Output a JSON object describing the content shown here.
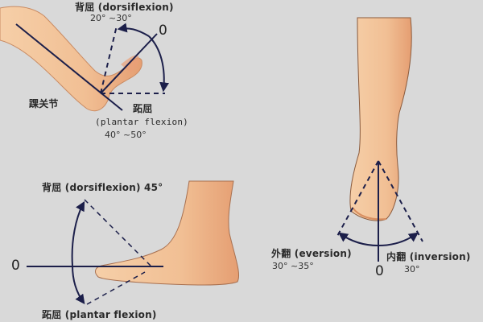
{
  "colors": {
    "background": "#d9d9d9",
    "skin": "#f3c49c",
    "skin_shade": "#e9a77a",
    "skin_outline": "#8a5a3c",
    "line": "#1c1f4a"
  },
  "panel_top_left": {
    "dorsiflexion_label": "背屈 (dorsiflexion)",
    "dorsiflexion_range": "20° ~30°",
    "zero_label": "0",
    "joint_label": "踝关节",
    "plantar_cn": "跖屈",
    "plantar_en": "(plantar flexion)",
    "plantar_range": "40° ~50°"
  },
  "panel_bottom_left": {
    "dorsiflexion_label": "背屈 (dorsiflexion) 45°",
    "zero_label": "0",
    "plantar_label": "跖屈 (plantar flexion)"
  },
  "panel_right": {
    "eversion_label": "外翻 (eversion)",
    "eversion_range": "30° ~35°",
    "inversion_label": "内翻 (inversion)",
    "inversion_range": "30°",
    "zero_label": "0"
  }
}
